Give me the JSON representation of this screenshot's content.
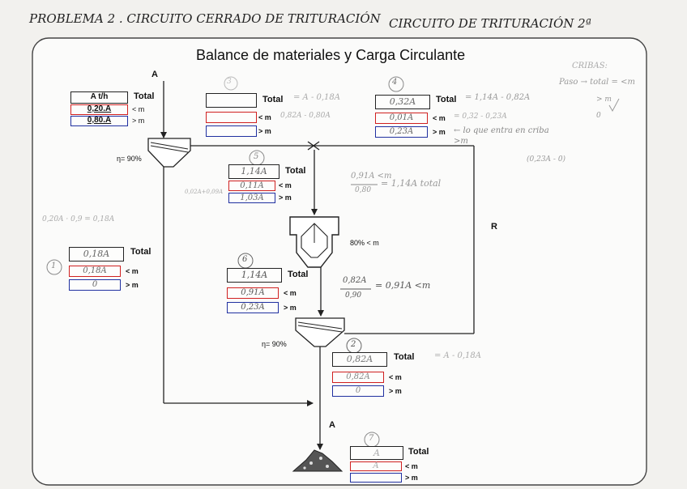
{
  "header": {
    "left": "PROBLEMA 2 . CIRCUITO CERRADO DE TRITURACIÓN",
    "right": "CIRCUITO DE TRITURACIÓN 2ª"
  },
  "title": "Balance de materiales y Carga Circulante",
  "feed": {
    "label_a": "A",
    "head": "A  t/h",
    "total": "Total",
    "fine": "0,20.A",
    "coarse": "0,80.A",
    "lt_m": "< m",
    "gt_m": "> m"
  },
  "screen1": {
    "eta": "η= 90%"
  },
  "screen2": {
    "eta": "η= 90%"
  },
  "crusher": {
    "label": "80% < m"
  },
  "recycle_label": "R",
  "product": {
    "label_a": "A",
    "num": "7",
    "total_val": "A",
    "fine_val": "A",
    "coarse_val": ""
  },
  "stream1": {
    "num": "1",
    "total_val": "0,18A",
    "fine_val": "0,18A",
    "coarse_val": "0",
    "calc": "0,20A · 0,9 = 0,18A"
  },
  "stream2": {
    "num": "2",
    "total_val": "0,82A",
    "fine_val": "0,82A",
    "coarse_val": "0",
    "note": "= A - 0,18A"
  },
  "stream3": {
    "num": "3",
    "total_val": "",
    "fine_val": "",
    "coarse_val": "",
    "note_total": "= A - 0,18A",
    "note_fine": "0,82A - 0,80A"
  },
  "stream4": {
    "num": "4",
    "total_val": "0,32A",
    "fine_val": "0,01A",
    "coarse_val": "0,23A",
    "note_total": "= 1,14A - 0,82A",
    "note_fine": "= 0,32 - 0,23A",
    "note_coarse": "← lo que entra en criba >m"
  },
  "stream5": {
    "num": "5",
    "total_val": "1,14A",
    "fine_val": "0,11A",
    "coarse_val": "1,03A",
    "side": "0,02A+0,09A",
    "calc_num": "0,91A <m",
    "calc_den": "0,80",
    "calc_res": "= 1,14A total"
  },
  "stream6": {
    "num": "6",
    "total_val": "1,14A",
    "fine_val": "0,91A",
    "coarse_val": "0,23A",
    "calc_num": "0,82A",
    "calc_den": "0,90",
    "calc_res": "= 0,91A <m"
  },
  "margin_notes": {
    "line1": "CRIBAS:",
    "line2": "Paso → total = <m",
    "line3": "> m",
    "line4": "0",
    "line5": "(0,23A - 0)"
  },
  "colors": {
    "fine": "#d02020",
    "coarse": "#2030a0",
    "line": "#222222"
  }
}
